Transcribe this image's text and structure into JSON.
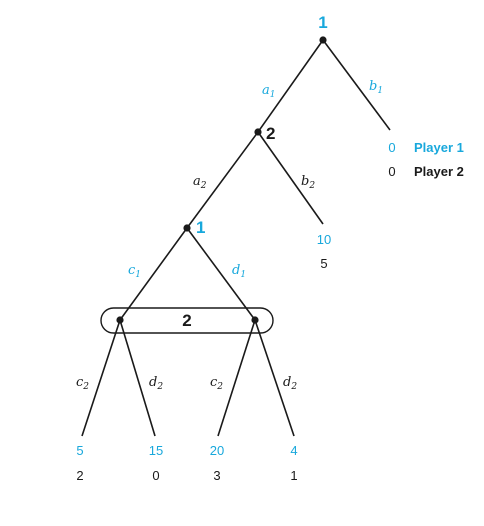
{
  "colors": {
    "player1": "#18a8dc",
    "player2": "#1a1a1a"
  },
  "nodes": {
    "root_player": "1",
    "second_player": "2",
    "third_player": "1",
    "info_set_player": "2"
  },
  "edges": {
    "a1": {
      "base": "a",
      "sub": "1"
    },
    "b1": {
      "base": "b",
      "sub": "1"
    },
    "a2": {
      "base": "a",
      "sub": "2"
    },
    "b2": {
      "base": "b",
      "sub": "2"
    },
    "c1": {
      "base": "c",
      "sub": "1"
    },
    "d1": {
      "base": "d",
      "sub": "1"
    },
    "c2_left": {
      "base": "c",
      "sub": "2"
    },
    "d2_left": {
      "base": "d",
      "sub": "2"
    },
    "c2_right": {
      "base": "c",
      "sub": "2"
    },
    "d2_right": {
      "base": "d",
      "sub": "2"
    }
  },
  "payoffs": {
    "b1": {
      "p1": "0",
      "p2": "0"
    },
    "b2": {
      "p1": "10",
      "p2": "5"
    },
    "leaf1": {
      "p1": "5",
      "p2": "2"
    },
    "leaf2": {
      "p1": "15",
      "p2": "0"
    },
    "leaf3": {
      "p1": "20",
      "p2": "3"
    },
    "leaf4": {
      "p1": "4",
      "p2": "1"
    }
  },
  "legend": {
    "player1": "Player 1",
    "player2": "Player 2"
  }
}
